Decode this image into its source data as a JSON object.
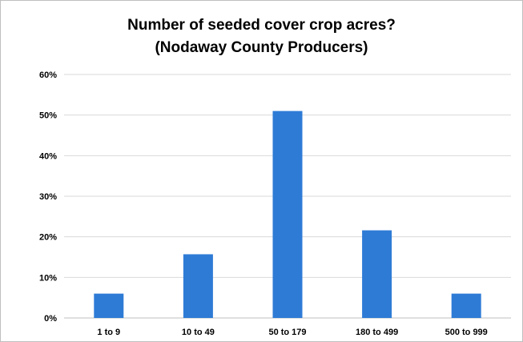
{
  "chart_data": {
    "type": "bar",
    "title": "Number of seeded cover crop acres?",
    "subtitle": "(Nodaway County Producers)",
    "xlabel": "",
    "ylabel": "",
    "categories": [
      "1 to 9",
      "10 to 49",
      "50 to 179",
      "180 to 499",
      "500 to 999"
    ],
    "values": [
      6,
      15.7,
      51,
      21.6,
      6
    ],
    "unit": "%",
    "ylim": [
      0,
      60
    ],
    "yticks": [
      "0%",
      "10%",
      "20%",
      "30%",
      "40%",
      "50%",
      "60%"
    ],
    "grid": true,
    "legend": "none",
    "bar_color": "#2e7bd6",
    "grid_color": "#d9d9d9"
  }
}
